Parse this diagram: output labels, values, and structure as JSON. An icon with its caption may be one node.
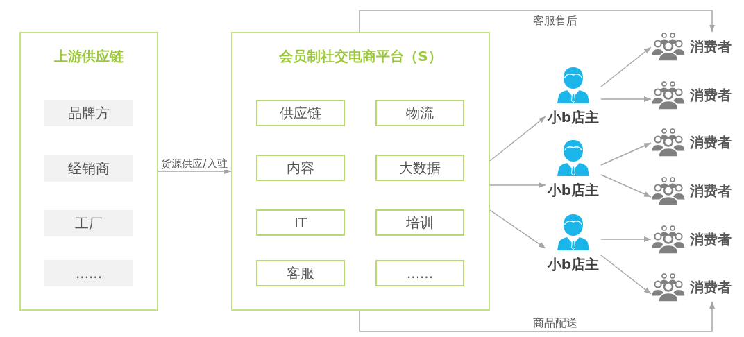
{
  "diagram": {
    "nodes": [
      {
        "text": [
          "上游供应链"
        ]
      },
      {
        "text": [
          "品牌方"
        ],
        "in": 0
      },
      {
        "text": [
          "经销商"
        ],
        "in": 0
      },
      {
        "text": [
          "工厂"
        ],
        "in": 0
      },
      {
        "text": [
          "......"
        ],
        "in": 0
      },
      {
        "text": [
          "会员制社交电商平台（S）"
        ]
      },
      {
        "text": [
          "供应链"
        ],
        "in": 5
      },
      {
        "text": [
          "物流"
        ],
        "in": 5
      },
      {
        "text": [
          "内容"
        ],
        "in": 5
      },
      {
        "text": [
          "大数据"
        ],
        "in": 5
      },
      {
        "text": [
          "IT"
        ],
        "in": 5
      },
      {
        "text": [
          "培训"
        ],
        "in": 5
      },
      {
        "text": [
          "客服"
        ],
        "in": 5
      },
      {
        "text": [
          "......"
        ],
        "in": 5
      },
      {
        "text": [
          "小b店主"
        ]
      },
      {
        "text": [
          "小b店主"
        ]
      },
      {
        "text": [
          "小b店主"
        ]
      },
      {
        "text": [
          "消费者"
        ]
      },
      {
        "text": [
          "消费者"
        ]
      },
      {
        "text": [
          "消费者"
        ]
      },
      {
        "text": [
          "消费者"
        ]
      },
      {
        "text": [
          "消费者"
        ]
      },
      {
        "text": [
          "消费者"
        ]
      }
    ],
    "edges": [
      {
        "from": 0,
        "to": 5,
        "arrow": "to",
        "label": "货源供应/入驻"
      },
      {
        "from": 5,
        "to": 17,
        "arrow": "to",
        "label": "客服售后"
      },
      {
        "from": 5,
        "to": 22,
        "arrow": "to",
        "label": "商品配送"
      },
      {
        "from": 5,
        "to": 14,
        "arrow": "to"
      },
      {
        "from": 5,
        "to": 15,
        "arrow": "to"
      },
      {
        "from": 5,
        "to": 16,
        "arrow": "to"
      },
      {
        "from": 14,
        "to": 17,
        "arrow": "to"
      },
      {
        "from": 14,
        "to": 18,
        "arrow": "to"
      },
      {
        "from": 15,
        "to": 19,
        "arrow": "to"
      },
      {
        "from": 15,
        "to": 20,
        "arrow": "to"
      },
      {
        "from": 16,
        "to": 21,
        "arrow": "to"
      },
      {
        "from": 16,
        "to": 22,
        "arrow": "to"
      }
    ]
  }
}
